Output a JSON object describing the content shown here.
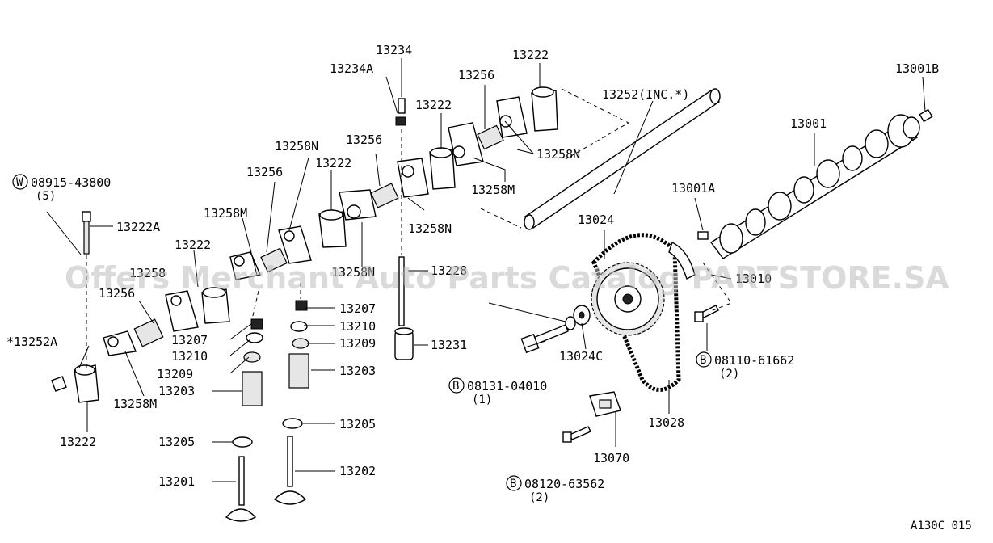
{
  "watermark": "Offers Merchant Auto Parts Catalog PARTSTORE.SA",
  "footer_code": "A130C 015",
  "labels": {
    "l13234": "13234",
    "l13234a": "13234A",
    "l13222_top": "13222",
    "l13256_top": "13256",
    "l13222_mid": "13222",
    "l13252": "13252(INC.*)",
    "l13001b": "13001B",
    "l13001": "13001",
    "l13258n_a": "13258N",
    "l13256_b": "13256",
    "l13222_c": "13222",
    "l13258n_top": "13258N",
    "l13258m_a": "13258M",
    "l13256_c": "13256",
    "l13258n_b": "13258N",
    "l13001a": "13001A",
    "l13024": "13024",
    "l13258m_b": "13258M",
    "l13222_d": "13222",
    "l13222a": "13222A",
    "l13258_partial": "13258",
    "l13258n_c": "13258N",
    "l13228": "13228",
    "l13010": "13010",
    "l13256_d": "13256",
    "l13207_a": "13207",
    "l13207_b": "13207",
    "l13210_a": "13210",
    "l13210_b": "13210",
    "l13209_a": "13209",
    "l13209_b": "13209",
    "l13231": "13231",
    "l13203_a": "13203",
    "l13203_b": "13203",
    "l13024c": "13024C",
    "l13252a": "*13252A",
    "l13258m_c": "13258M",
    "l13222_e": "13222",
    "l13205_a": "13205",
    "l13205_b": "13205",
    "l13202": "13202",
    "l13201": "13201",
    "l13028": "13028",
    "l13070": "13070"
  },
  "bolts": {
    "w08915": {
      "circle": "W",
      "number": "08915-43800",
      "qty": "(5)"
    },
    "b08110": {
      "circle": "B",
      "number": "08110-61662",
      "qty": "(2)"
    },
    "b08131": {
      "circle": "B",
      "number": "08131-04010",
      "qty": "(1)"
    },
    "b08120": {
      "circle": "B",
      "number": "08120-63562",
      "qty": "(2)"
    }
  }
}
